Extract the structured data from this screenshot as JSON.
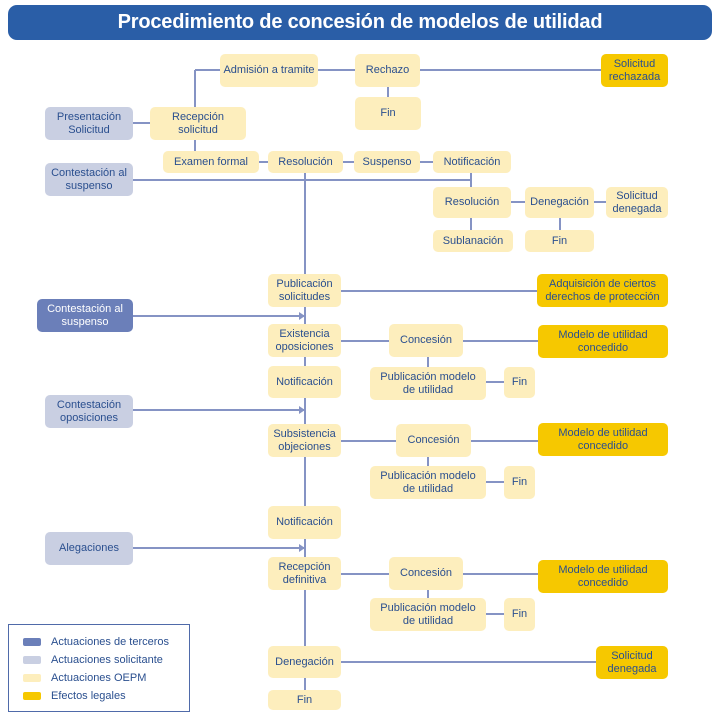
{
  "title": "Procedimiento de concesión de modelos de utilidad",
  "colors": {
    "title_bg": "#2a5ea7",
    "actuaciones_terceros": "#6b7fb9",
    "actuaciones_solicitante": "#c9cfe2",
    "actuaciones_oepm": "#fdeebd",
    "efectos_legales": "#f6c800",
    "connector": "#8593c4"
  },
  "nodes": {
    "presentacion": "Presentación Solicitud",
    "recepcion": "Recepción solicitud",
    "admision": "Admisión a tramite",
    "rechazo": "Rechazo",
    "solicitud_rechazada": "Solicitud rechazada",
    "fin_rechazo": "Fin",
    "examen_formal": "Examen formal",
    "resolucion_1": "Resolución",
    "suspenso": "Suspenso",
    "notificacion_1": "Notificación",
    "contestacion_suspenso_1": "Contestación al suspenso",
    "resolucion_2": "Resolución",
    "denegacion_1": "Denegación",
    "solicitud_denegada_1": "Solicitud denegada",
    "sublanacion": "Sublanación",
    "fin_denegacion_1": "Fin",
    "publicacion_solicitudes": "Publicación solicitudes",
    "adquisicion_derechos": "Adquisición de ciertos derechos de protección",
    "contestacion_suspenso_2": "Contestación al suspenso",
    "existencia_oposiciones": "Existencia oposiciones",
    "concesion_1": "Concesión",
    "modelo_concedido_1": "Modelo de utilidad concedido",
    "notificacion_2": "Notificación",
    "publicacion_modelo_1": "Publicación modelo de utilidad",
    "fin_1": "Fin",
    "contestacion_oposiciones": "Contestación oposiciones",
    "subsistencia_objeciones": "Subsistencia objeciones",
    "concesion_2": "Concesión",
    "modelo_concedido_2": "Modelo de utilidad concedido",
    "publicacion_modelo_2": "Publicación modelo de utilidad",
    "fin_2": "Fin",
    "notificacion_3": "Notificación",
    "alegaciones": "Alegaciones",
    "recepcion_definitiva": "Recepción definitiva",
    "concesion_3": "Concesión",
    "modelo_concedido_3": "Modelo de utilidad concedido",
    "publicacion_modelo_3": "Publicación modelo de utilidad",
    "fin_3": "Fin",
    "denegacion_2": "Denegación",
    "solicitud_denegada_2": "Solicitud denegada",
    "fin_final": "Fin"
  },
  "legend": {
    "terceros": "Actuaciones de terceros",
    "solicitante": "Actuaciones solicitante",
    "oepm": "Actuaciones OEPM",
    "legales": "Efectos legales"
  }
}
